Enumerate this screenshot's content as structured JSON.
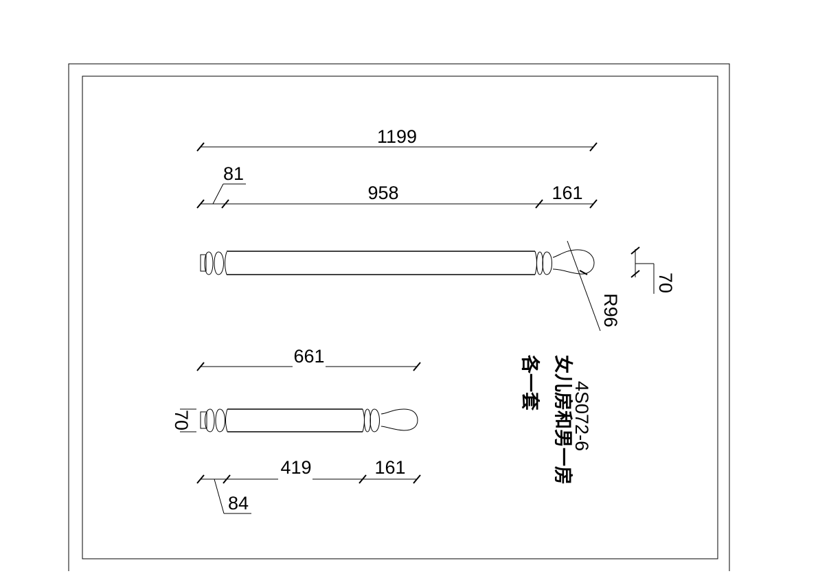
{
  "drawing": {
    "top_rail": {
      "overall": "1199",
      "left_segment": "81",
      "middle_segment": "958",
      "right_segment": "161",
      "radius": "R96",
      "height": "70"
    },
    "bottom_rail": {
      "overall": "661",
      "left_segment": "84",
      "middle_segment": "419",
      "right_segment": "161",
      "height": "70"
    },
    "note": {
      "line1": "4S072-6",
      "line2": "女儿房和男一房",
      "line3": "各一套"
    }
  }
}
